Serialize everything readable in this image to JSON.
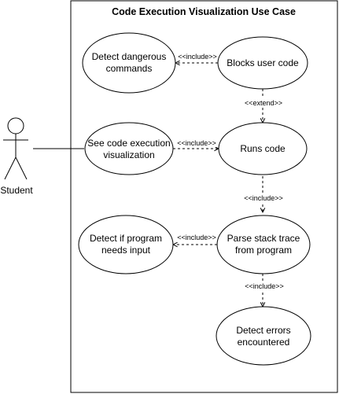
{
  "title": "Code Execution Visualization Use Case",
  "actor": {
    "label": "Student"
  },
  "use_cases": {
    "detect_dangerous": [
      "Detect dangerous",
      "commands"
    ],
    "blocks_user_code": [
      "Blocks user code"
    ],
    "see_visualization": [
      "See code execution",
      "visualization"
    ],
    "runs_code": [
      "Runs code"
    ],
    "detect_input": [
      "Detect if program",
      "needs input"
    ],
    "parse_stack": [
      "Parse stack trace",
      "from program"
    ],
    "detect_errors": [
      "Detect errors",
      "encountered"
    ]
  },
  "relations": {
    "include_1": "<<include>>",
    "extend": "<<extend>>",
    "include_2": "<<include>>",
    "include_3": "<<include>>",
    "include_4": "<<include>>",
    "include_5": "<<include>>"
  }
}
